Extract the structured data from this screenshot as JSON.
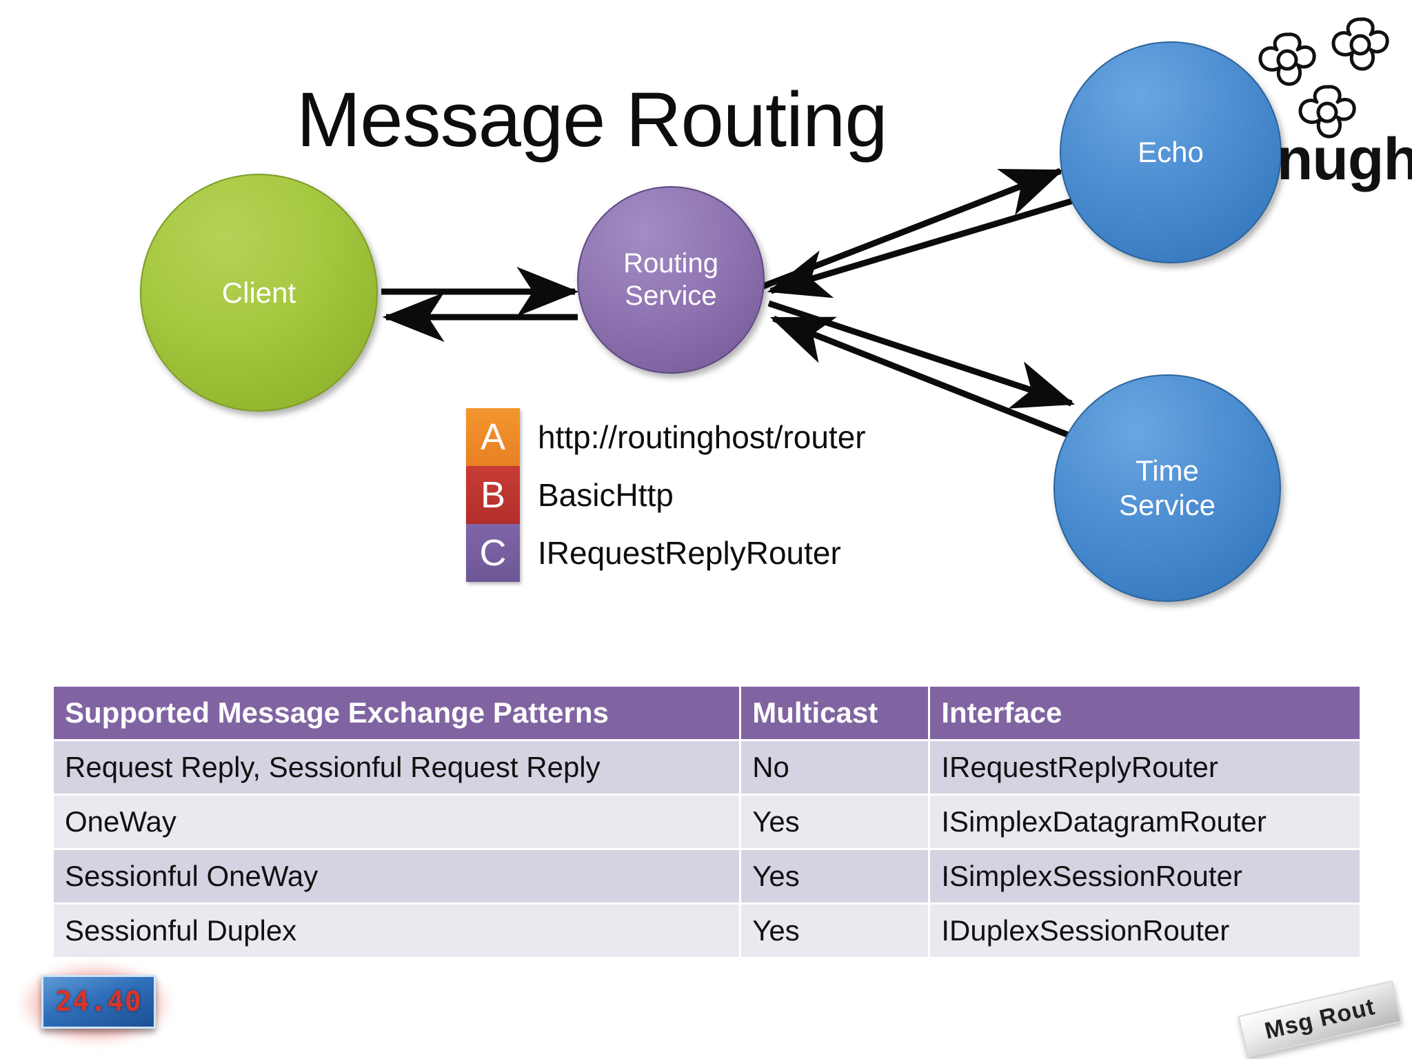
{
  "slide": {
    "title": "Message Routing"
  },
  "diagram": {
    "nodes": [
      {
        "id": "client",
        "label": "Client",
        "color": "#9BBB3C"
      },
      {
        "id": "routing",
        "label": "Routing\nService",
        "line1": "Routing",
        "line2": "Service",
        "color": "#8064A2"
      },
      {
        "id": "echo",
        "label": "Echo",
        "color": "#4A86C8"
      },
      {
        "id": "time",
        "line1": "Time",
        "line2": "Service",
        "label": "Time Service",
        "color": "#4A86C8"
      }
    ],
    "edges": [
      {
        "from": "client",
        "to": "echo_placeholder",
        "name": "client-to-routing"
      },
      {
        "from": "routing",
        "to": "client",
        "name": "routing-to-client"
      },
      {
        "from": "routing",
        "to": "echo",
        "name": "routing-to-echo"
      },
      {
        "from": "echo",
        "to": "routing",
        "name": "echo-to-routing"
      },
      {
        "from": "routing",
        "to": "time",
        "name": "routing-to-time"
      },
      {
        "from": "time",
        "to": "routing",
        "name": "time-to-routing"
      }
    ]
  },
  "legend": {
    "items": [
      {
        "key": "A",
        "text": "http://routinghost/router",
        "color": "#ED8B29"
      },
      {
        "key": "B",
        "text": "BasicHttp",
        "color": "#C0392F"
      },
      {
        "key": "C",
        "text": "IRequestReplyRouter",
        "color": "#7A62A3"
      }
    ]
  },
  "table": {
    "header_color": "#8064A2",
    "columns": [
      "Supported Message Exchange Patterns",
      "Multicast",
      "Interface"
    ],
    "rows": [
      [
        "Request Reply, Sessionful Request Reply",
        "No",
        "IRequestReplyRouter"
      ],
      [
        "OneWay",
        "Yes",
        "ISimplexDatagramRouter"
      ],
      [
        "Sessionful OneWay",
        "Yes",
        "ISimplexSessionRouter"
      ],
      [
        "Sessionful Duplex",
        "Yes",
        "IDuplexSessionRouter"
      ]
    ]
  },
  "branding": {
    "word": "nugh",
    "mark": "flower-logo-icon"
  },
  "decorations": {
    "counter_value": "24.40",
    "plate_text": "Msg Rout"
  }
}
